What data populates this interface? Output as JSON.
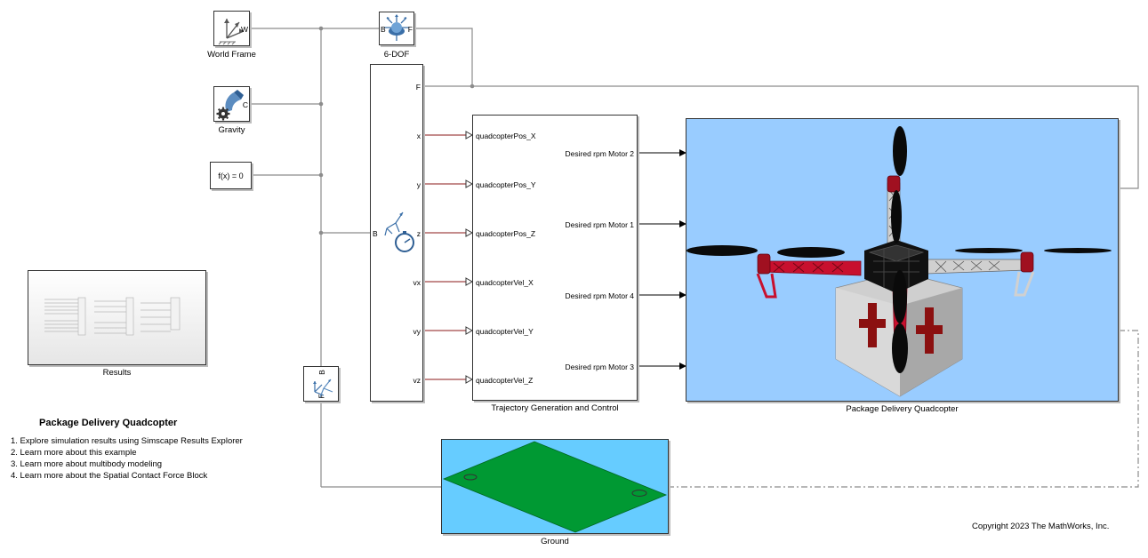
{
  "blocks": {
    "world_frame": {
      "label": "World Frame",
      "port": "W"
    },
    "six_dof": {
      "label": "6-DOF",
      "port_b": "B",
      "port_f": "F"
    },
    "gravity": {
      "label": "Gravity",
      "port": "C"
    },
    "fx": {
      "text": "f(x) = 0"
    },
    "transform_sensor": {
      "port_b": "B",
      "outputs": [
        "F",
        "x",
        "y",
        "z",
        "vx",
        "vy",
        "vz"
      ]
    },
    "trajectory": {
      "label": "Trajectory Generation and Control",
      "inputs": [
        "quadcopterPos_X",
        "quadcopterPos_Y",
        "quadcopterPos_Z",
        "quadcopterVel_X",
        "quadcopterVel_Y",
        "quadcopterVel_Z"
      ],
      "outputs": [
        "Desired rpm Motor 2",
        "Desired rpm Motor 1",
        "Desired rpm Motor 4",
        "Desired rpm Motor 3"
      ]
    },
    "quadcopter": {
      "label": "Package Delivery Quadcopter"
    },
    "results": {
      "label": "Results"
    },
    "contact": {
      "port_b": "B",
      "port_f": "F"
    },
    "ground": {
      "label": "Ground"
    }
  },
  "notes": {
    "title": "Package Delivery Quadcopter",
    "items": [
      "1. Explore simulation results using Simscape Results Explorer",
      "2. Learn more about this example",
      "3. Learn more about multibody modeling",
      "4. Learn more about the Spatial Contact Force Block"
    ]
  },
  "copyright": "Copyright 2023 The MathWorks, Inc.",
  "colors": {
    "sky": "#99ccff",
    "ground_sky": "#66ccff",
    "ground_plate": "#009933",
    "signal_line": "#8b1a1a",
    "connection_line": "#8c8c8c",
    "frame_red": "#c8102e"
  },
  "icons": {
    "world_frame": "world-frame-icon",
    "six_dof": "six-dof-joint-icon",
    "gravity": "gravity-gear-icon",
    "sensor": "transform-sensor-icon",
    "contact": "spatial-contact-icon"
  }
}
